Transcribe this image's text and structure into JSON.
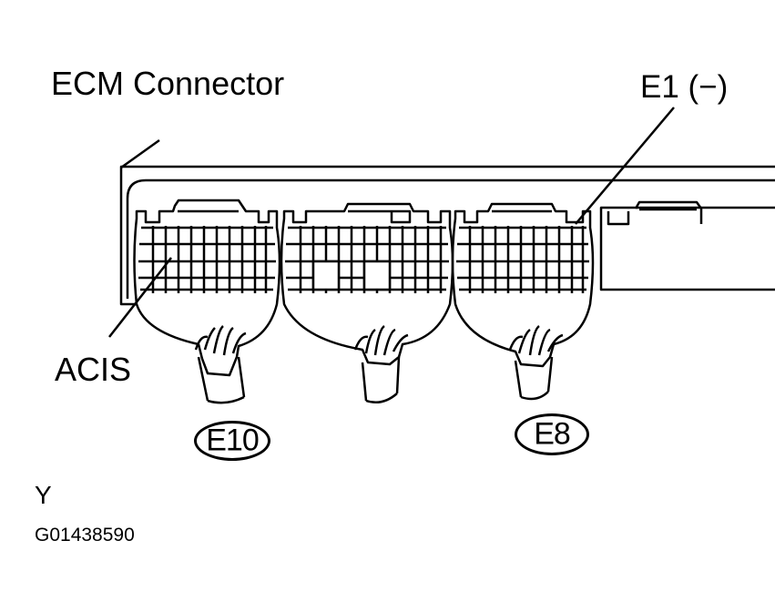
{
  "diagram": {
    "title": "ECM Connector",
    "pins": {
      "e1": "E1 (−)",
      "acis": "ACIS"
    },
    "connectors": [
      {
        "id": "E10"
      },
      {
        "id": "E8"
      }
    ],
    "view_mark": "Y",
    "figure_id": "G01438590"
  }
}
